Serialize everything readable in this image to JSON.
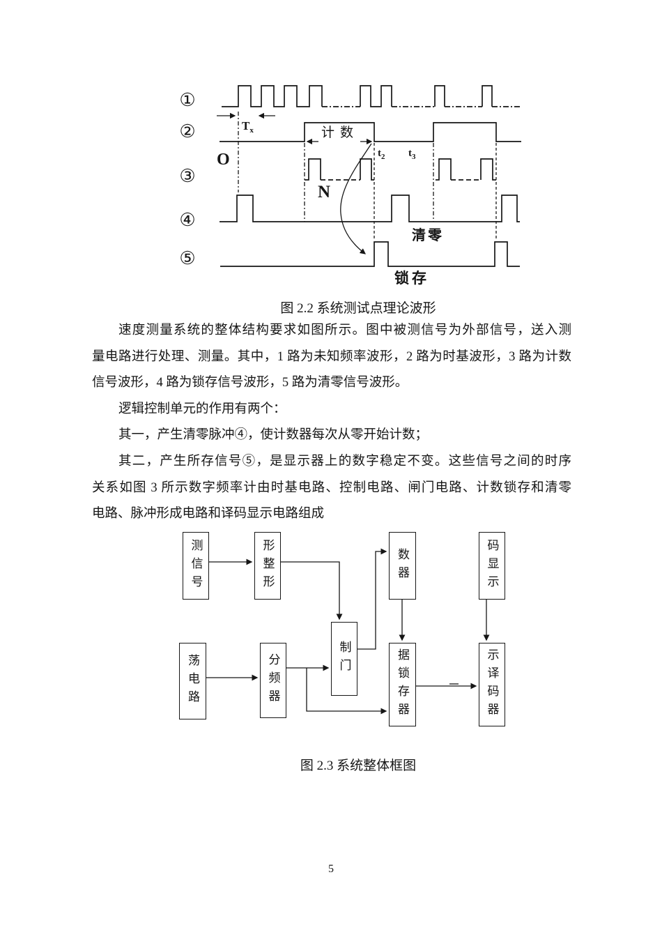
{
  "figure_2_2": {
    "caption": "图 2.2  系统测试点理论波形",
    "row_labels": [
      "①",
      "②",
      "③",
      "④",
      "⑤"
    ],
    "labels": {
      "tx_main": "T",
      "tx_sub": "x",
      "o": "O",
      "count": "计数",
      "n": "N",
      "t2_main": "t",
      "t2_sub": "2",
      "t3_main": "t",
      "t3_sub": "3",
      "clear": "清零",
      "latch": "锁存"
    }
  },
  "body": {
    "lines": [
      "速度测量系统的整体结构要求如图所示。图中被测信号为外部信号，送入测",
      "量电路进行处理、测量。其中，1 路为未知频率波形，2 路为时基波形，3 路为计数",
      "信号波形，4 路为锁存信号波形，5 路为清零信号波形。",
      "逻辑控制单元的作用有两个：",
      "其一，产生清零脉冲④，使计数器每次从零开始计数；",
      "其二，产生所存信号⑤，是显示器上的数字稳定不变。这些信号之间的时序",
      "关系如图 3 所示数字频率计由时基电路、控制电路、闸门电路、计数锁存和清零",
      "电路、脉冲形成电路和译码显示电路组成"
    ]
  },
  "figure_2_3": {
    "caption": "图 2.3  系统整体框图",
    "boxes": {
      "measure_signal": "测信号",
      "shaping": "形整形",
      "counter": "数器",
      "code_display": "码显示",
      "oscillator": "荡电路",
      "divider": "分频器",
      "gate": "制门",
      "data_latch": "据锁存器",
      "display_decoder": "示译码器"
    }
  },
  "page_number": "5"
}
